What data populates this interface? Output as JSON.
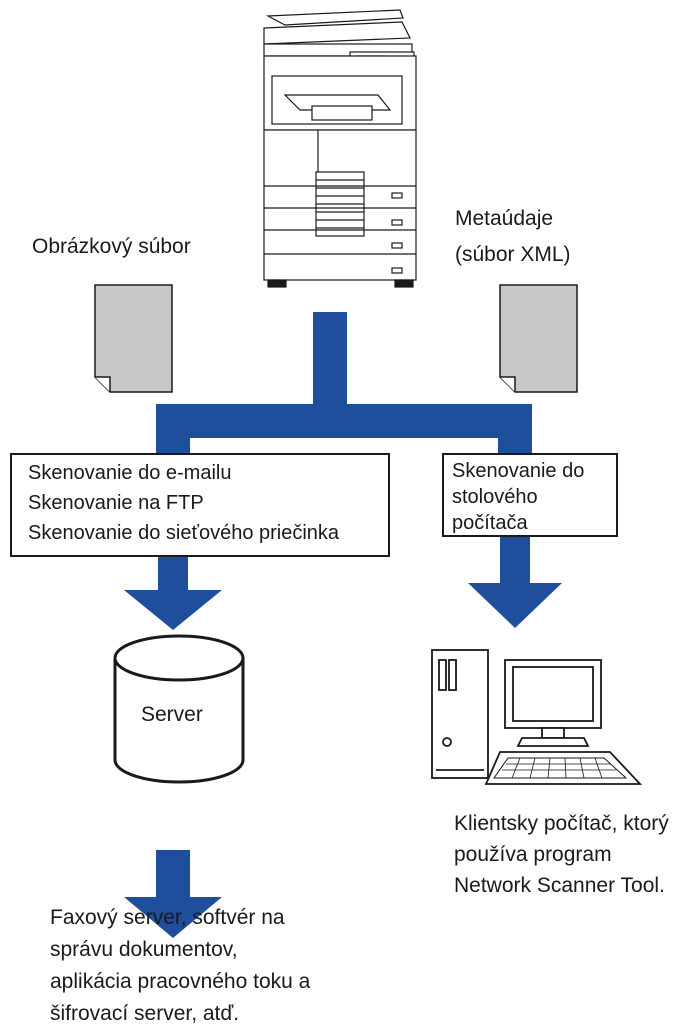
{
  "colors": {
    "flow": "#1f4e9c",
    "doc": "#c8c8c8",
    "stroke": "#1a1a1a"
  },
  "labels": {
    "image_file": "Obrázkový súbor",
    "metadata_line1": "Metaúdaje",
    "metadata_line2": "(súbor XML)",
    "server": "Server",
    "client_pc": [
      "Klientsky počítač, ktorý",
      "používa program",
      "Network Scanner Tool."
    ],
    "destinations": [
      "Faxový server, softvér na",
      "správu dokumentov,",
      "aplikácia pracovného toku a",
      "šifrovací server, atď."
    ]
  },
  "left_box": [
    "Skenovanie do e-mailu",
    "Skenovanie na FTP",
    "Skenovanie do sieťového priečinka"
  ],
  "right_box": [
    "Skenovanie do",
    "stolového",
    "počítača"
  ],
  "icons": {
    "printer": "multifunction-printer-icon",
    "image_doc": "document-icon",
    "meta_doc": "document-icon",
    "server": "server-cylinder-icon",
    "pc": "desktop-computer-icon"
  }
}
